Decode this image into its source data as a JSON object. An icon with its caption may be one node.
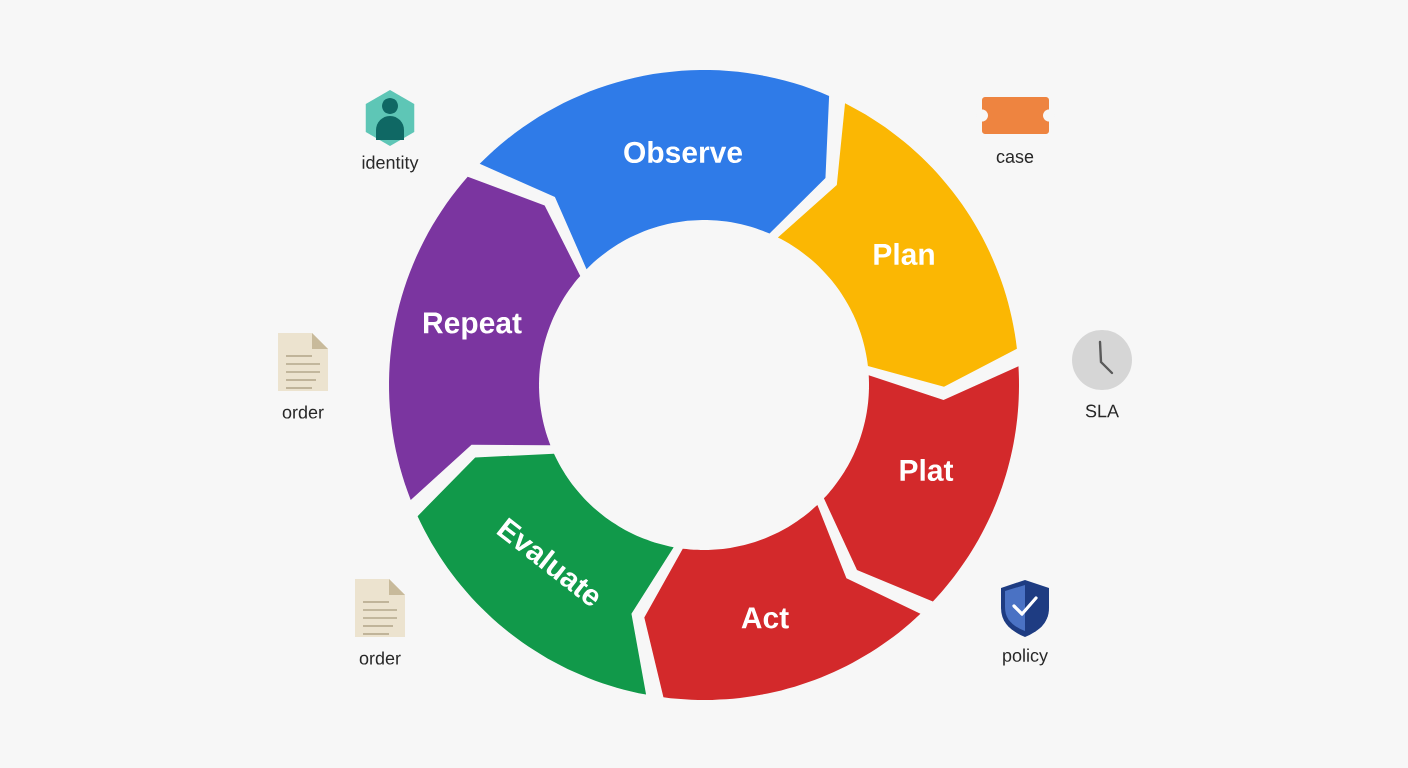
{
  "diagram": {
    "nodes": [
      {
        "text": [
          "Observe"
        ]
      },
      {
        "text": [
          "Plan"
        ]
      },
      {
        "text": [
          "Plat"
        ]
      },
      {
        "text": [
          "Act"
        ]
      },
      {
        "text": [
          "Evaluate"
        ]
      },
      {
        "text": [
          "Repeat"
        ]
      }
    ],
    "labels": [
      "identity",
      "case",
      "order",
      "SLA",
      "order",
      "policy"
    ]
  }
}
